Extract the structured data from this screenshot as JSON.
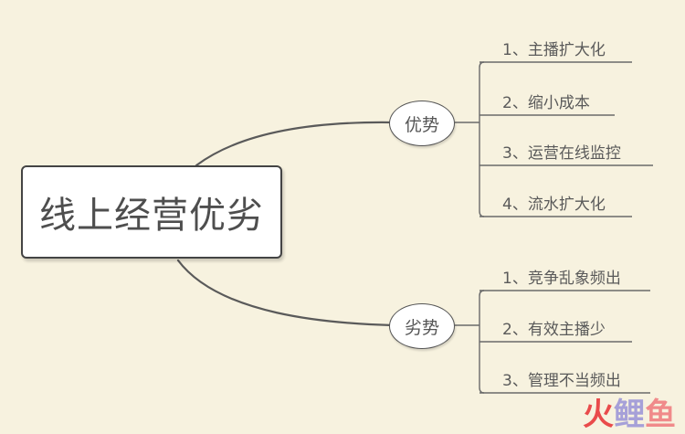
{
  "root": {
    "label": "线上经营优劣"
  },
  "branches": [
    {
      "label": "优势",
      "items": [
        "1、主播扩大化",
        "2、缩小成本",
        "3、运营在线监控",
        "4、流水扩大化"
      ]
    },
    {
      "label": "劣势",
      "items": [
        "1、竞争乱象频出",
        "2、有效主播少",
        "3、管理不当频出"
      ]
    }
  ],
  "watermark": {
    "text": "火鲤鱼",
    "colors": [
      "#e94b4b",
      "#a6a0d8",
      "#f08a8a"
    ]
  },
  "colors": {
    "background": "#f7f2df",
    "line": "#5a5a5a"
  }
}
